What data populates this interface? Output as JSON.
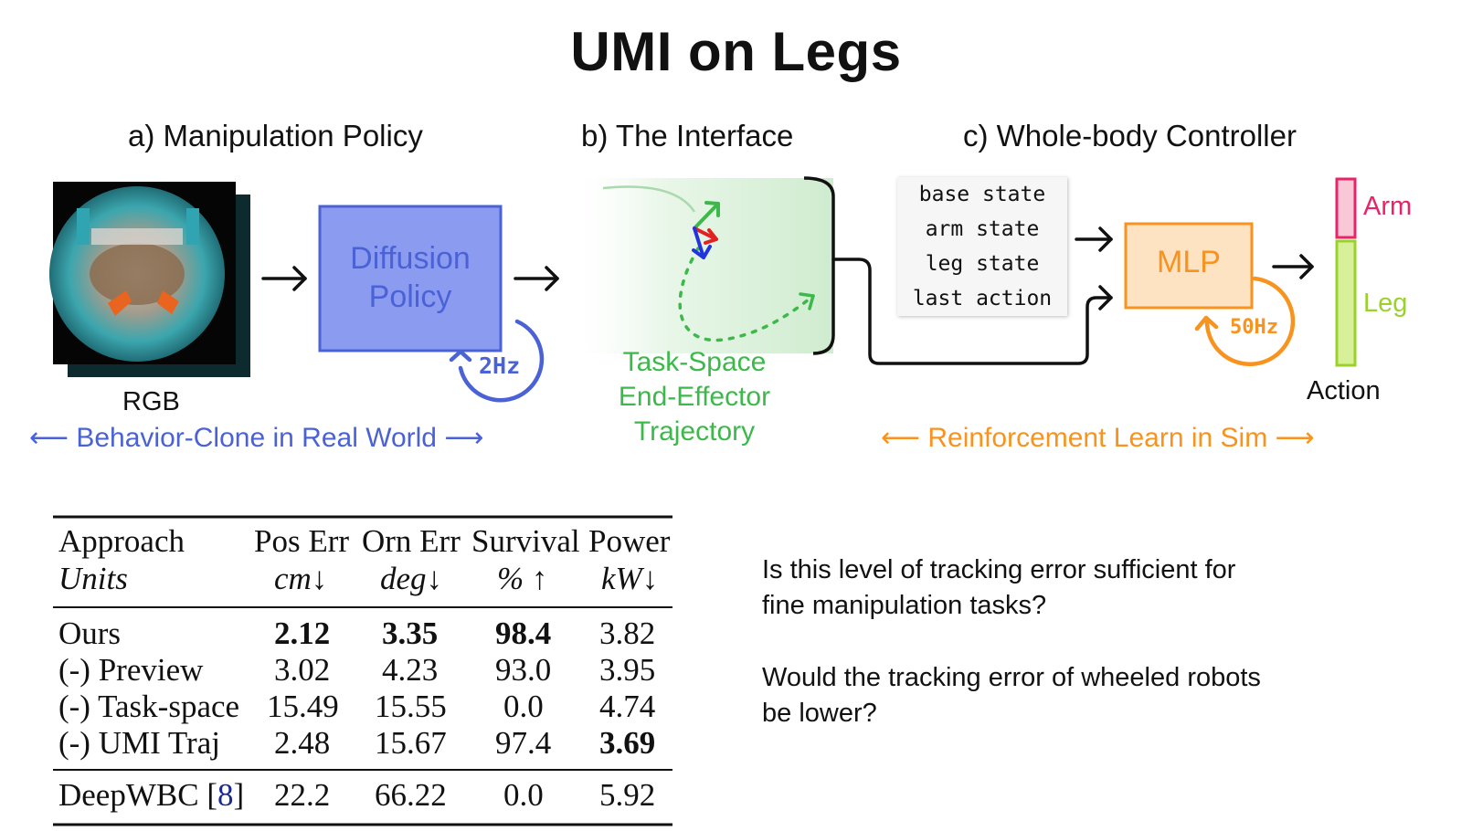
{
  "title": "UMI on Legs",
  "sections": {
    "a": "a) Manipulation Policy",
    "b": "b) The Interface",
    "c": "c) Whole-body Controller"
  },
  "policy": {
    "line1": "Diffusion",
    "line2": "Policy",
    "rate": "2Hz",
    "input_label": "RGB",
    "training_label": "Behavior-Clone in Real World"
  },
  "interface": {
    "line1": "Task-Space",
    "line2": "End-Effector",
    "line3": "Trajectory"
  },
  "controller": {
    "inputs": [
      "base state",
      "arm state",
      "leg state",
      "last action"
    ],
    "model": "MLP",
    "rate": "50Hz",
    "arm_label": "Arm",
    "leg_label": "Leg",
    "output_label": "Action",
    "training_label": "Reinforcement Learn in Sim"
  },
  "colors": {
    "policy_blue": "#4a62d6",
    "policy_fill": "#8b9cf0",
    "interface_green": "#3cb94a",
    "controller_orange": "#f7931e",
    "arm_pink": "#e8236a",
    "leg_green": "#9ad22a"
  },
  "arrows": {
    "left": "⟵",
    "right": "⟶",
    "short": "→"
  },
  "table": {
    "headers": [
      "Approach",
      "Pos Err",
      "Orn Err",
      "Survival",
      "Power"
    ],
    "units": [
      "Units",
      "cm↓",
      "deg↓",
      "% ↑",
      "kW↓"
    ],
    "rows": [
      [
        "Ours",
        "2.12",
        "3.35",
        "98.4",
        "3.82"
      ],
      [
        "(-) Preview",
        "3.02",
        "4.23",
        "93.0",
        "3.95"
      ],
      [
        "(-) Task-space",
        "15.49",
        "15.55",
        "0.0",
        "4.74"
      ],
      [
        "(-) UMI Traj",
        "2.48",
        "15.67",
        "97.4",
        "3.69"
      ]
    ],
    "baseline": {
      "name": "DeepWBC [",
      "ref": "8",
      "name_end": "]",
      "values": [
        "22.2",
        "66.22",
        "0.0",
        "5.92"
      ]
    }
  },
  "questions": {
    "q1_line1": "Is this level of tracking error sufficient for",
    "q1_line2": "fine manipulation tasks?",
    "q2_line1": "Would the tracking error of wheeled robots",
    "q2_line2": "be lower?"
  }
}
